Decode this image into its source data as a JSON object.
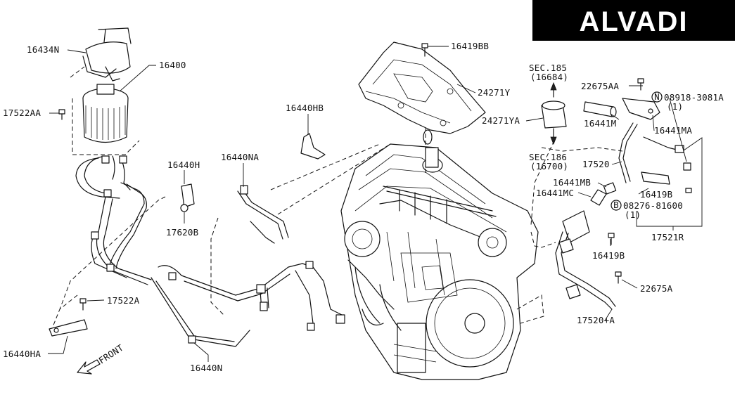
{
  "brand": {
    "name": "ALVADI"
  },
  "parts": [
    "16434N",
    "16400",
    "17522AA",
    "16440HB",
    "16440H",
    "16440NA",
    "17620B",
    "17522A",
    "16440HA",
    "16440N",
    "16419BB",
    "24271Y",
    "24271YA",
    "22675AA",
    "16441M",
    "16441MA",
    "17520",
    "16441MB",
    "16441MC",
    "16419B",
    "17521R",
    "16419B",
    "22675A",
    "17520+A"
  ],
  "section_refs": {
    "upper_sec": "SEC.185",
    "upper_code": "(16684)",
    "lower_sec": "SEC.186",
    "lower_code": "(16700)"
  },
  "bolts": {
    "n_part": "08918-3081A",
    "n_qty": "(1)",
    "n_symbol": "N",
    "b_part": "08276-81600",
    "b_qty": "(1)",
    "b_symbol": "B"
  },
  "direction": {
    "label": "FRONT"
  }
}
